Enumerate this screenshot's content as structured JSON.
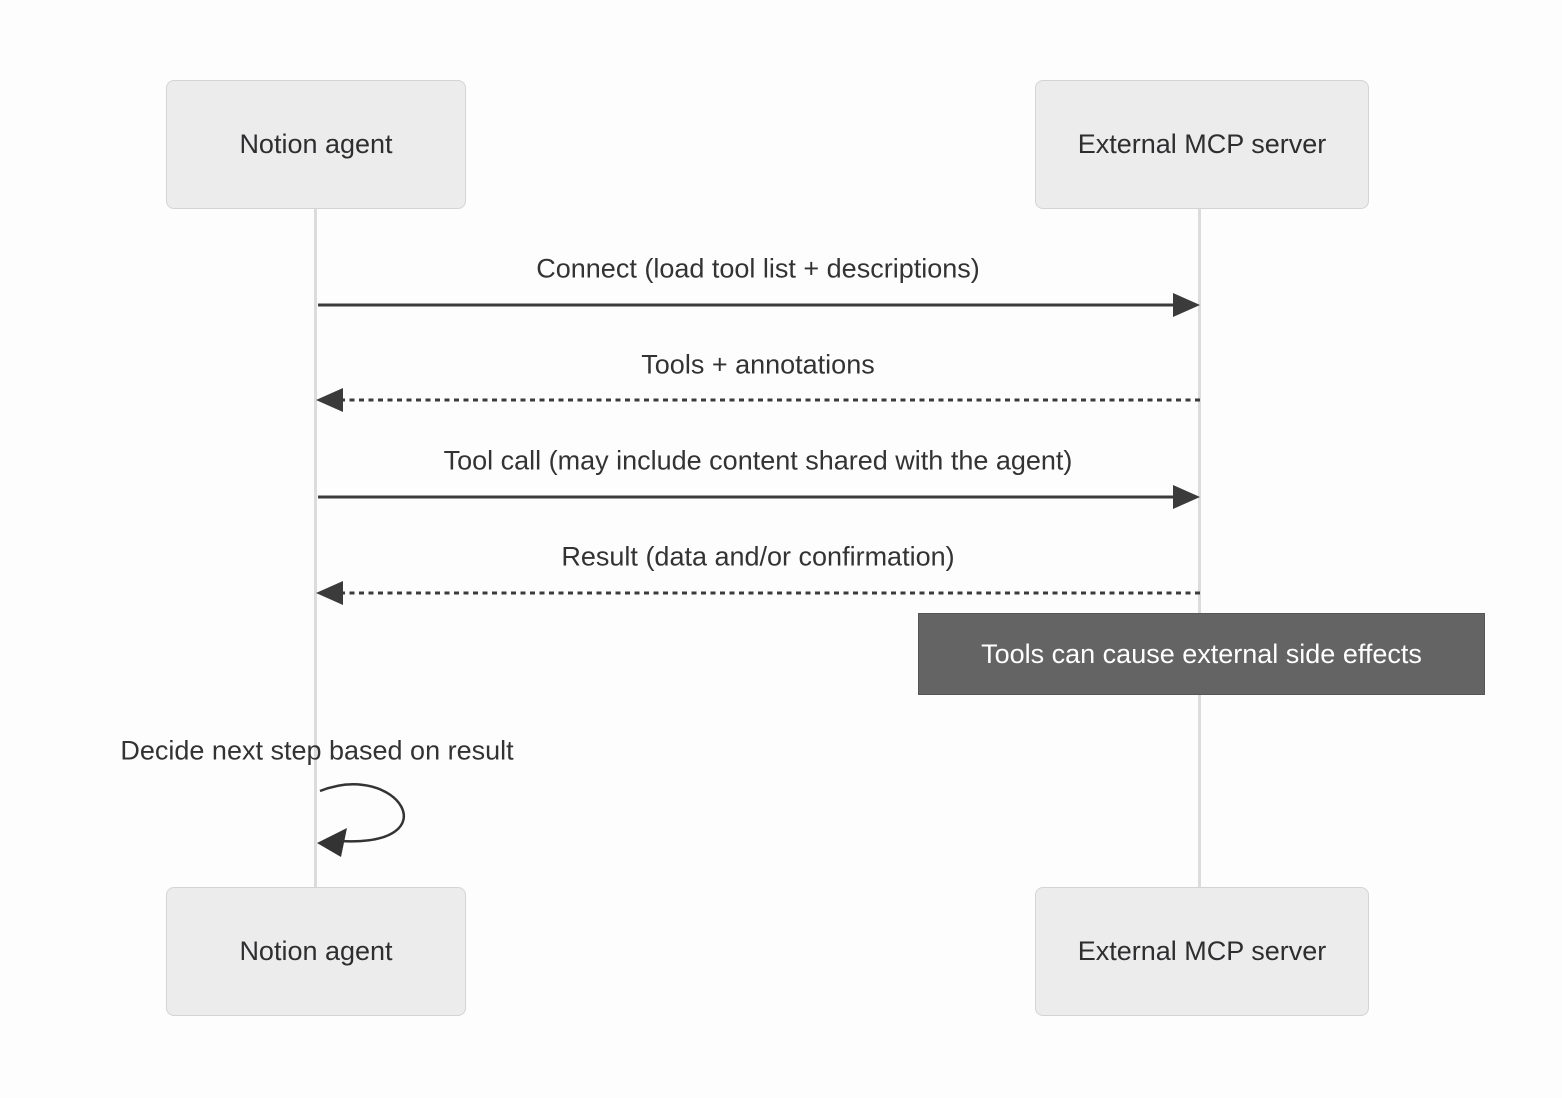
{
  "diagram": {
    "type": "sequence",
    "actors": [
      {
        "id": "notion-agent",
        "label": "Notion agent"
      },
      {
        "id": "external-mcp-server",
        "label": "External MCP server"
      }
    ],
    "messages": [
      {
        "label": "Connect (load tool list + descriptions)",
        "from": "Notion agent",
        "to": "External MCP server",
        "line": "solid"
      },
      {
        "label": "Tools + annotations",
        "from": "External MCP server",
        "to": "Notion agent",
        "line": "dashed"
      },
      {
        "label": "Tool call (may include content shared with the agent)",
        "from": "Notion agent",
        "to": "External MCP server",
        "line": "solid"
      },
      {
        "label": "Result (data and/or confirmation)",
        "from": "External MCP server",
        "to": "Notion agent",
        "line": "dashed"
      },
      {
        "label": "Decide next step based on result",
        "from": "Notion agent",
        "to": "Notion agent",
        "line": "self-loop"
      }
    ],
    "note": {
      "label": "Tools can cause external side effects",
      "over": "External MCP server"
    },
    "colors": {
      "background": "#fdfdfd",
      "actor_fill": "#ececec",
      "actor_border": "#d4d4d6",
      "lifeline": "#dcdcdc",
      "message_line": "#3b3b3b",
      "message_text": "#333333",
      "note_fill": "#646464",
      "note_border": "#565659",
      "note_text": "#ffffff"
    }
  }
}
